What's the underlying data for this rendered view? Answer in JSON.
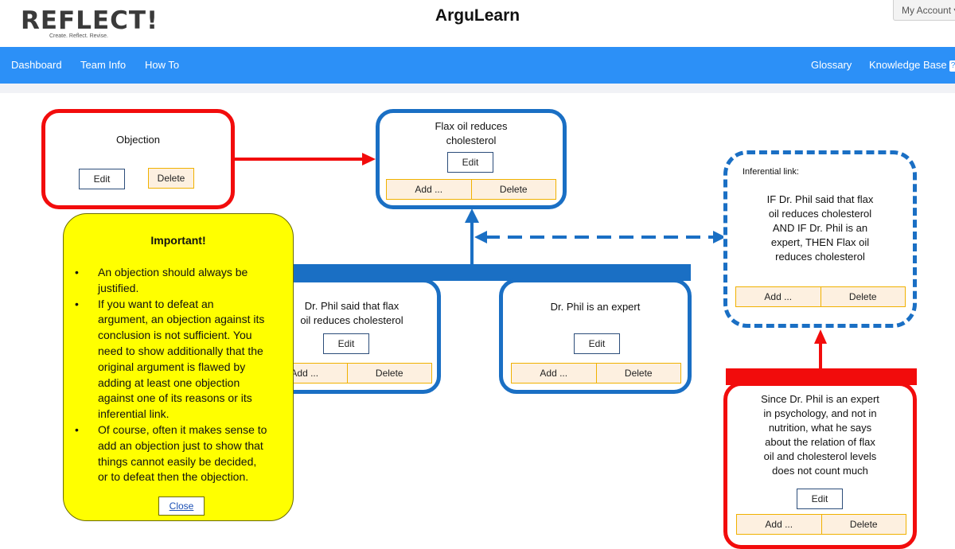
{
  "header": {
    "logo_text": "REFLECT!",
    "logo_tagline": "Create. Reflect. Revise.",
    "app_title": "ArguLearn",
    "account_label": "My Account ▾"
  },
  "nav": {
    "left": [
      "Dashboard",
      "Team Info",
      "How To"
    ],
    "right": [
      "Glossary",
      "Knowledge Base"
    ],
    "help_badge": "?"
  },
  "colors": {
    "nav_blue": "#2c90f7",
    "objection_red": "#f20c0c",
    "argument_blue": "#1a6fc4",
    "popup_yellow": "#ffff00"
  },
  "map": {
    "objection_top": {
      "text": "Objection",
      "edit": "Edit",
      "delete": "Delete"
    },
    "claim": {
      "text_line1": "Flax oil reduces",
      "text_line2": "cholesterol",
      "edit": "Edit",
      "add": "Add ...",
      "delete": "Delete"
    },
    "inferential": {
      "label": "Inferential link:",
      "lines": [
        "IF Dr. Phil said that flax",
        "oil reduces cholesterol",
        "AND IF Dr. Phil is an",
        "expert, THEN Flax oil",
        "reduces cholesterol"
      ],
      "add": "Add ...",
      "delete": "Delete"
    },
    "reason1": {
      "text_line1": "Dr. Phil said that flax",
      "text_line2": "oil reduces cholesterol",
      "edit": "Edit",
      "add": "Add ...",
      "delete": "Delete"
    },
    "reason2": {
      "text": "Dr. Phil is an expert",
      "edit": "Edit",
      "add": "Add ...",
      "delete": "Delete"
    },
    "objection_bottom": {
      "lines": [
        "Since Dr. Phil is an expert",
        "in psychology, and not in",
        "nutrition, what he says",
        "about the relation of flax",
        "oil and cholesterol levels",
        "does not count much"
      ],
      "edit": "Edit",
      "add": "Add ...",
      "delete": "Delete"
    }
  },
  "popup": {
    "title": "Important!",
    "bullet_char": "•",
    "items": [
      [
        "An objection should always be",
        "justified."
      ],
      [
        "If you want to defeat an",
        "argument, an objection against its",
        "conclusion is not sufficient. You",
        "need to show additionally that the",
        "original argument is flawed by",
        "adding at least one objection",
        "against one of its reasons or its",
        "inferential link."
      ],
      [
        "Of course, often it makes sense to",
        "add an objection just to show that",
        "things cannot easily be decided,",
        "or to defeat then the objection."
      ]
    ],
    "close": "Close"
  }
}
